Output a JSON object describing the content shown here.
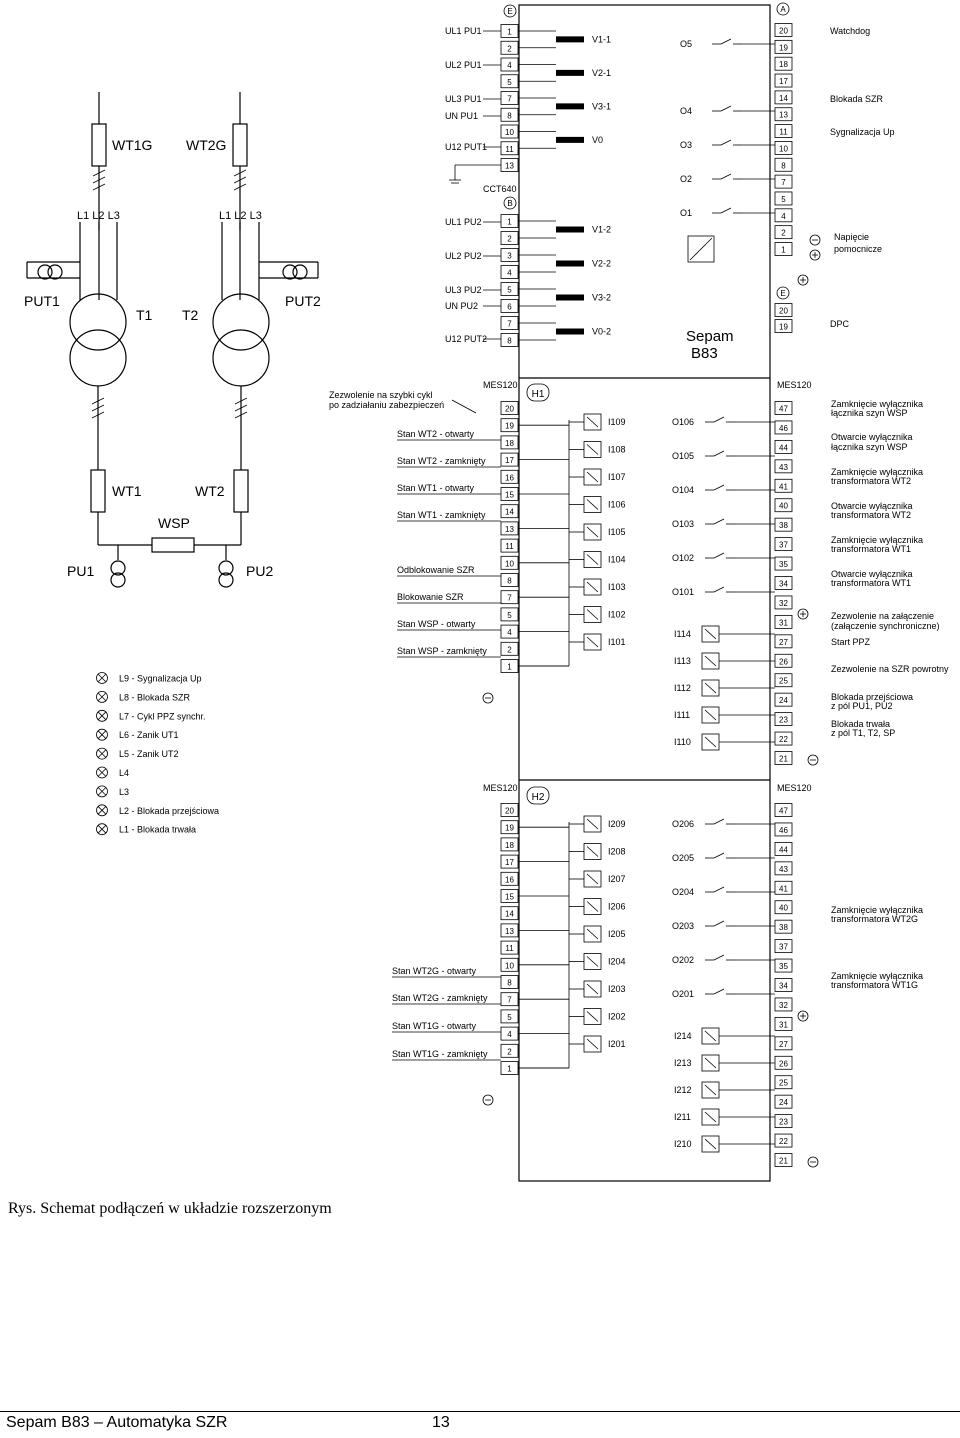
{
  "caption": "Rys. Schemat podłączeń w układzie rozszerzonym",
  "footer": {
    "left": "Sepam B83 – Automatyka SZR",
    "page": "13"
  },
  "oneline": {
    "labels": [
      "WT1G",
      "WT2G",
      "L1 L2 L3",
      "L1 L2 L3",
      "PUT1",
      "T1",
      "T2",
      "PUT2",
      "WT1",
      "WT2",
      "WSP",
      "PU1",
      "PU2"
    ]
  },
  "lamps": [
    "L9 - Sygnalizacja Up",
    "L8 - Blokada SZR",
    "L7 - Cykl PPZ synchr.",
    "L6 - Zanik UT1",
    "L5 - Zanik UT2",
    "L4",
    "L3",
    "L2 - Blokada przejściowa",
    "L1 - Blokada trwała"
  ],
  "sepam": {
    "name": "Sepam",
    "model": "B83"
  },
  "blocks": {
    "E": "E",
    "B": "B",
    "A": "A",
    "E2": "E",
    "H1": "H1",
    "H2": "H2",
    "cct": "CCT640",
    "mes": "MES120"
  },
  "blockE": {
    "terms": [
      "1",
      "2",
      "4",
      "5",
      "7",
      "8",
      "10",
      "11",
      "13"
    ],
    "signals": [
      "UL1 PU1",
      "UL2 PU1",
      "UL3 PU1",
      "UN PU1",
      "U12 PUT1"
    ],
    "inputs": [
      "V1-1",
      "V2-1",
      "V3-1",
      "V0"
    ]
  },
  "blockB": {
    "terms": [
      "1",
      "2",
      "3",
      "4",
      "5",
      "6",
      "7",
      "8"
    ],
    "signals": [
      "UL1 PU2",
      "UL2 PU2",
      "UL3 PU2",
      "UN PU2",
      "U12 PUT2"
    ],
    "inputs": [
      "V1-2",
      "V2-2",
      "V3-2",
      "V0-2"
    ]
  },
  "blockA": {
    "terms": [
      "20",
      "19",
      "18",
      "17",
      "14",
      "13",
      "11",
      "10",
      "8",
      "7",
      "5",
      "4",
      "2",
      "1"
    ],
    "outputs": [
      "O5",
      "O4",
      "O3",
      "O2",
      "O1"
    ],
    "signals": [
      "Watchdog",
      "Blokada SZR",
      "Sygnalizacja Up",
      "Napięcie",
      "pomocnicze"
    ]
  },
  "blockE2": {
    "terms": [
      "20",
      "19"
    ],
    "signals": [
      "DPC"
    ]
  },
  "h1": {
    "leftTerms": [
      "20",
      "19",
      "18",
      "17",
      "16",
      "15",
      "14",
      "13",
      "11",
      "10",
      "8",
      "7",
      "5",
      "4",
      "2",
      "1"
    ],
    "leftSignals": [
      "Zezwolenie na szybki cykl",
      "po zadziałaniu zabezpieczeń",
      "Stan WT2 - otwarty",
      "Stan WT2 - zamknięty",
      "Stan WT1 - otwarty",
      "Stan WT1 - zamknięty",
      "Odblokowanie SZR",
      "Blokowanie SZR",
      "Stan WSP - otwarty",
      "Stan WSP - zamknięty"
    ],
    "inputs": [
      "I109",
      "I108",
      "I107",
      "I106",
      "I105",
      "I104",
      "I103",
      "I102",
      "I101"
    ],
    "outputs": [
      "O106",
      "O105",
      "O104",
      "O103",
      "O102",
      "O101"
    ],
    "inputs2": [
      "I114",
      "I113",
      "I112",
      "I111",
      "I110"
    ],
    "rightTerms": [
      "47",
      "46",
      "44",
      "43",
      "41",
      "40",
      "38",
      "37",
      "35",
      "34",
      "32",
      "31",
      "27",
      "26",
      "25",
      "24",
      "23",
      "22",
      "21"
    ],
    "rightSignals": [
      "Zamknięcie wyłącznika",
      "łącznika szyn WSP",
      "Otwarcie wyłącznika",
      "łącznika szyn WSP",
      "Zamknięcie wyłącznika",
      "transformatora WT2",
      "Otwarcie wyłącznika",
      "transformatora WT2",
      "Zamknięcie wyłącznika",
      "transformatora WT1",
      "Otwarcie wyłącznika",
      "transformatora WT1",
      "Zezwolenie na załączenie",
      "(załączenie synchroniczne)",
      "Start PPZ",
      "Zezwolenie na SZR powrotny",
      "Blokada przejściowa",
      "z pól PU1, PU2",
      "Blokada trwała",
      "z pól T1, T2, SP"
    ]
  },
  "h2": {
    "leftTerms": [
      "20",
      "19",
      "18",
      "17",
      "16",
      "15",
      "14",
      "13",
      "11",
      "10",
      "8",
      "7",
      "5",
      "4",
      "2",
      "1"
    ],
    "leftSignals": [
      "Stan WT2G - otwarty",
      "Stan WT2G - zamknięty",
      "Stan WT1G - otwarty",
      "Stan WT1G - zamknięty"
    ],
    "inputs": [
      "I209",
      "I208",
      "I207",
      "I206",
      "I205",
      "I204",
      "I203",
      "I202",
      "I201"
    ],
    "outputs": [
      "O206",
      "O205",
      "O204",
      "O203",
      "O202",
      "O201"
    ],
    "inputs2": [
      "I214",
      "I213",
      "I212",
      "I211",
      "I210"
    ],
    "rightTerms": [
      "47",
      "46",
      "44",
      "43",
      "41",
      "40",
      "38",
      "37",
      "35",
      "34",
      "32",
      "31",
      "27",
      "26",
      "25",
      "24",
      "23",
      "22",
      "21"
    ],
    "rightSignals": [
      "Zamknięcie wyłącznika",
      "transformatora WT2G",
      "Zamknięcie wyłącznika",
      "transformatora WT1G"
    ]
  }
}
